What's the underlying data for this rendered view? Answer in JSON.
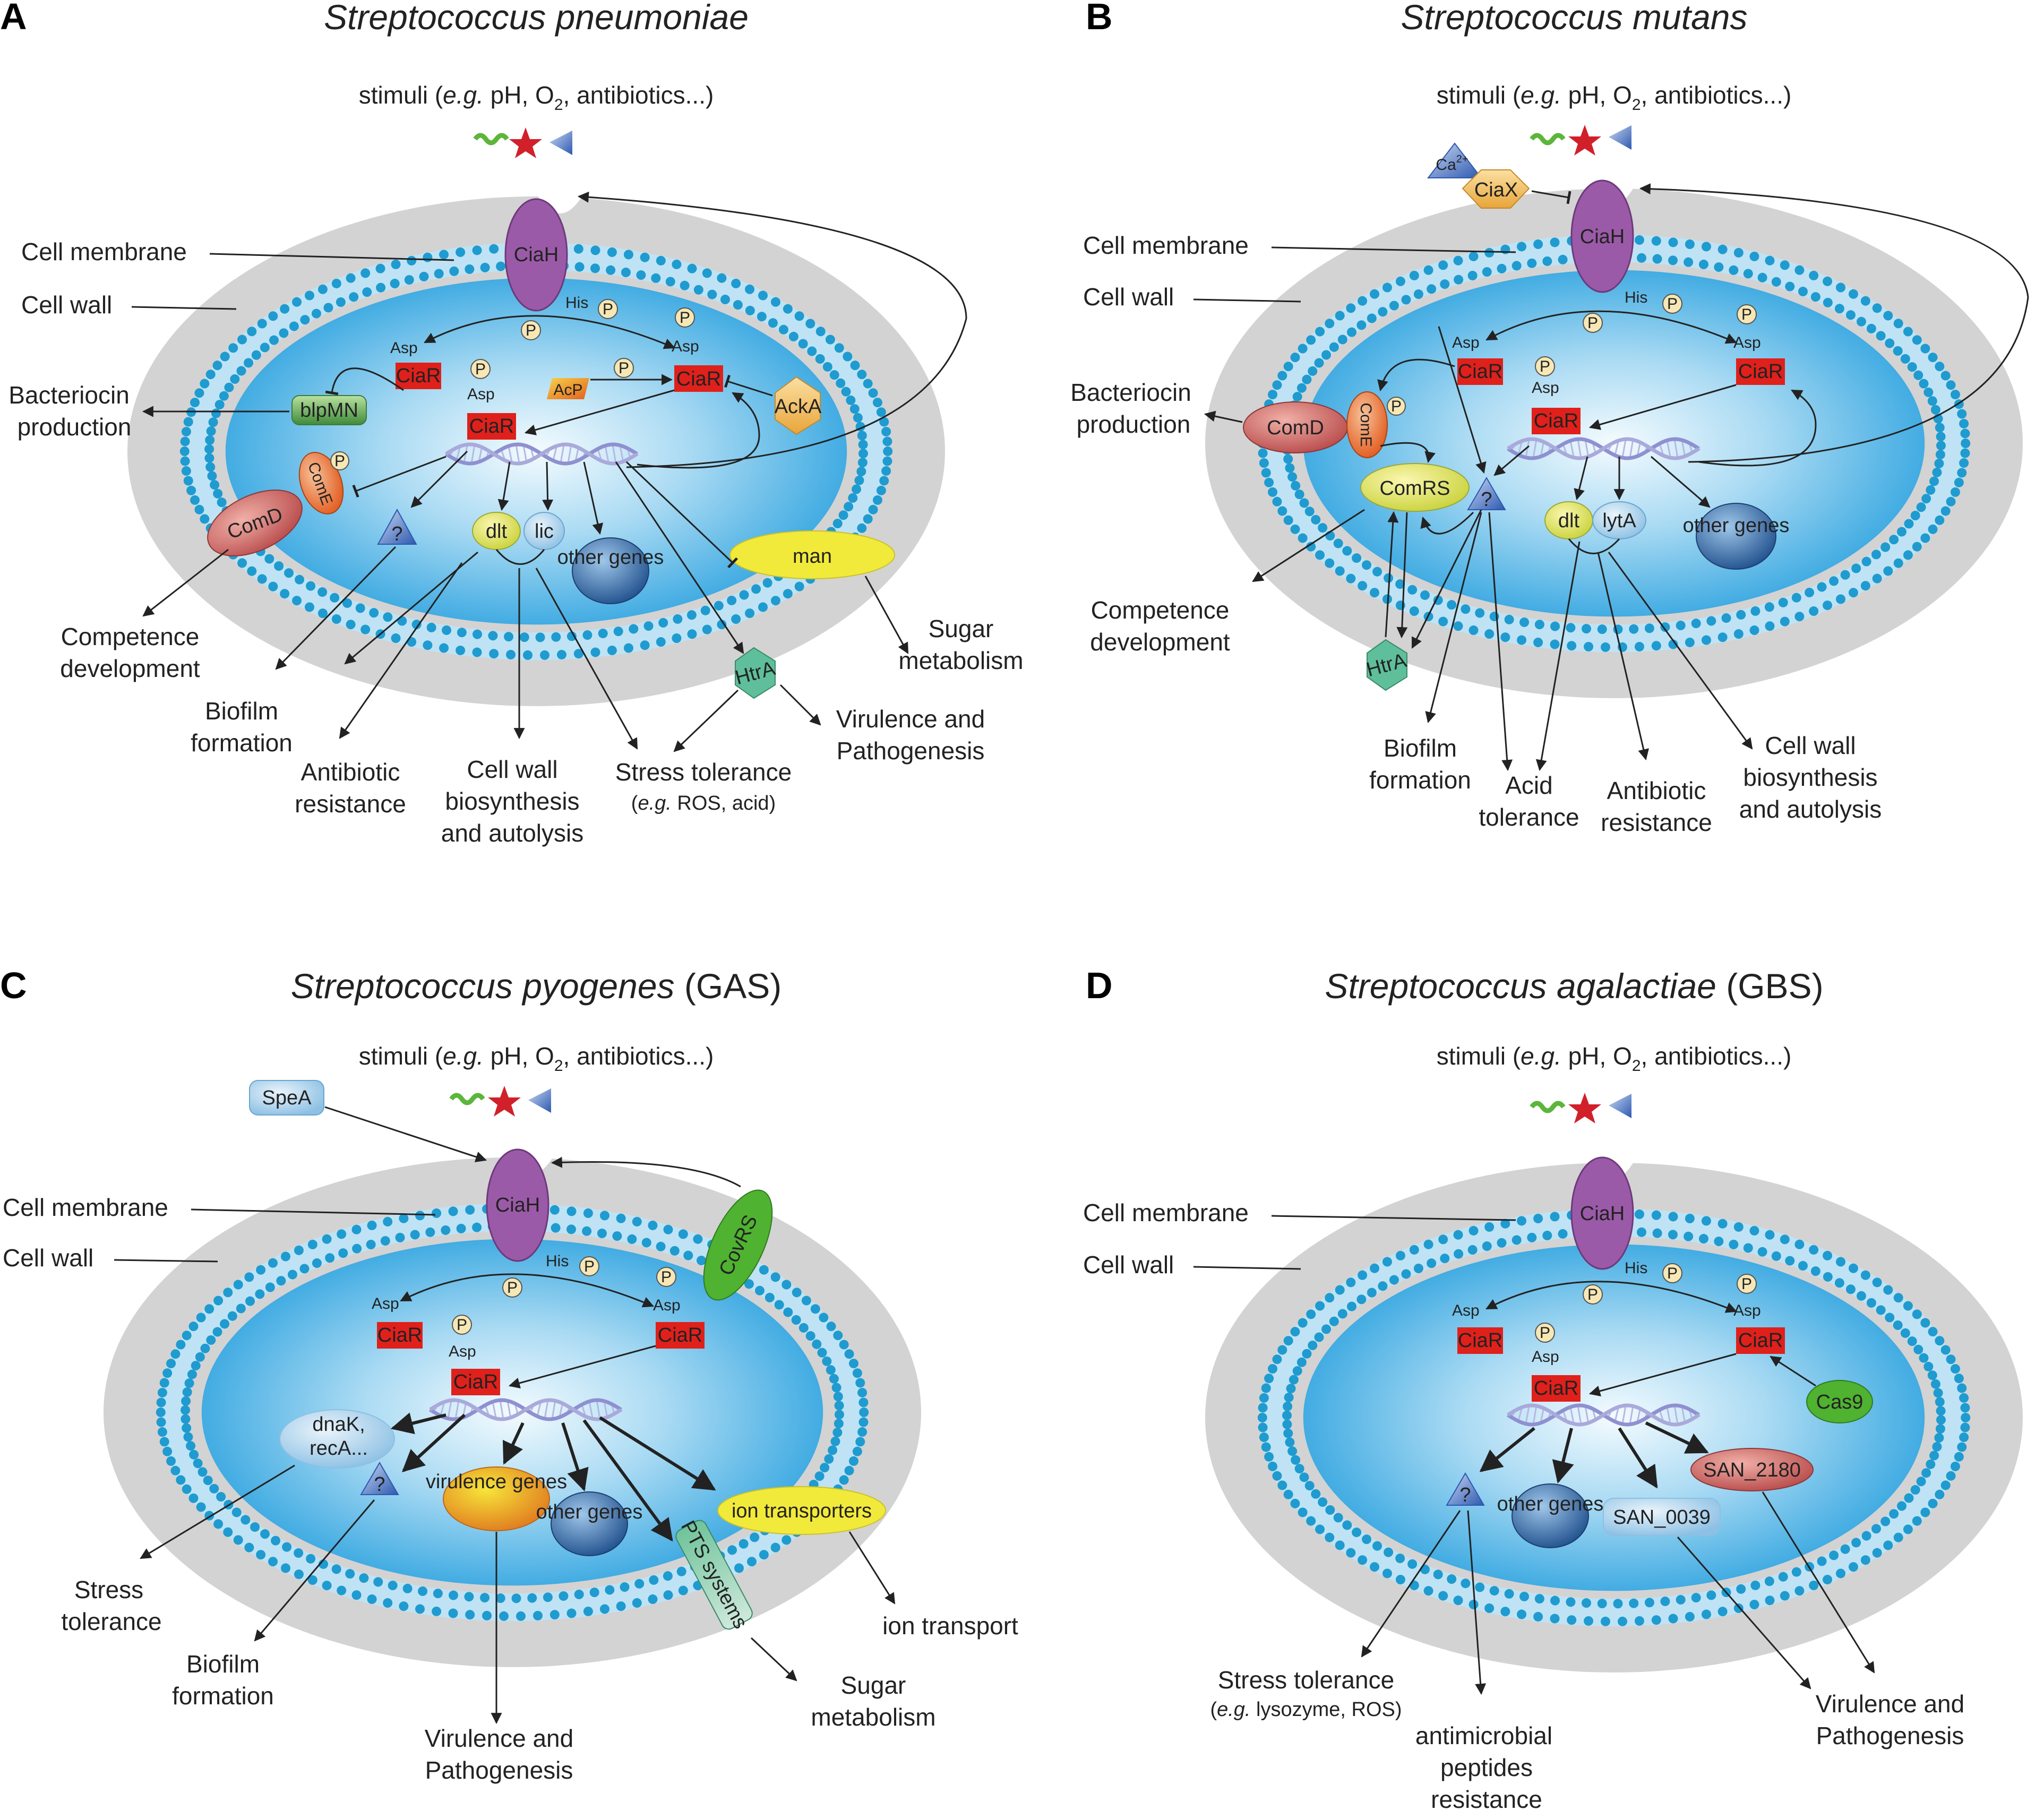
{
  "panels": [
    {
      "letter": "A",
      "title_italic": "Streptococcus pneumoniae",
      "title_suffix": "",
      "stimuli_prefix": "stimuli (",
      "stimuli_eg": "e.g.",
      "stimuli_main": " pH, O",
      "stimuli_sub": "2",
      "stimuli_rest": ", antibiotics...)",
      "membrane_label": "Cell membrane",
      "wall_label": "Cell wall",
      "ciaH": "CiaH",
      "his": "His",
      "asp": "Asp",
      "p": "P",
      "ciaR": "CiaR",
      "nodes": {
        "acp": "AcP",
        "ackA": "AckA",
        "blpMN": "blpMN",
        "comD": "ComD",
        "comE": "ComE",
        "question": "?",
        "dlt": "dlt",
        "lic": "lic",
        "other_genes": "other genes",
        "man": "man",
        "htrA": "HtrA"
      },
      "outputs": {
        "bacteriocin_1": "Bacteriocin",
        "bacteriocin_2": "production",
        "competence_1": "Competence",
        "competence_2": "development",
        "biofilm_1": "Biofilm",
        "biofilm_2": "formation",
        "antibiotic_1": "Antibiotic",
        "antibiotic_2": "resistance",
        "cellwall_1": "Cell wall",
        "cellwall_2": "biosynthesis",
        "cellwall_3": "and autolysis",
        "stress_1": "Stress tolerance",
        "stress_eg": "e.g.",
        "stress_rest": " ROS, acid)",
        "virulence_1": "Virulence and",
        "virulence_2": "Pathogenesis",
        "sugar_1": "Sugar",
        "sugar_2": "metabolism"
      }
    },
    {
      "letter": "B",
      "title_italic": "Streptococcus mutans",
      "title_suffix": "",
      "ciaX": "CiaX",
      "ca": "Ca",
      "ca_sup": "2+",
      "nodes": {
        "comD": "ComD",
        "comE": "ComE",
        "comRS": "ComRS",
        "question": "?",
        "dlt": "dlt",
        "lytA": "lytA",
        "other_genes": "other genes",
        "htrA": "HtrA"
      },
      "outputs": {
        "bacteriocin_1": "Bacteriocin",
        "bacteriocin_2": "production",
        "competence_1": "Competence",
        "competence_2": "development",
        "biofilm_1": "Biofilm",
        "biofilm_2": "formation",
        "acid_1": "Acid",
        "acid_2": "tolerance",
        "antibiotic_1": "Antibiotic",
        "antibiotic_2": "resistance",
        "cellwall_1": "Cell wall",
        "cellwall_2": "biosynthesis",
        "cellwall_3": "and autolysis"
      }
    },
    {
      "letter": "C",
      "title_italic": "Streptococcus  pyogenes",
      "title_suffix": " (GAS)",
      "nodes": {
        "speA": "SpeA",
        "covRS": "CovRS",
        "dnaK_1": "dnaK,",
        "dnaK_2": "recA...",
        "question": "?",
        "virulence_genes": "virulence genes",
        "other_genes": "other genes",
        "pts": "PTS systems",
        "ion_transporters": "ion transporters"
      },
      "outputs": {
        "stress_1": "Stress",
        "stress_2": "tolerance",
        "biofilm_1": "Biofilm",
        "biofilm_2": "formation",
        "virulence_1": "Virulence and",
        "virulence_2": "Pathogenesis",
        "sugar_1": "Sugar",
        "sugar_2": "metabolism",
        "ion_transport": "ion transport"
      }
    },
    {
      "letter": "D",
      "title_italic": "Streptococcus agalactiae",
      "title_suffix": " (GBS)",
      "nodes": {
        "cas9": "Cas9",
        "question": "?",
        "other_genes": "other genes",
        "san0039": "SAN_0039",
        "san2180": "SAN_2180"
      },
      "outputs": {
        "stress_1": "Stress tolerance",
        "stress_eg": "e.g.",
        "stress_rest": " lysozyme, ROS)",
        "amp_1": "antimicrobial",
        "amp_2": "peptides",
        "amp_3": "resistance",
        "virulence_1": "Virulence and",
        "virulence_2": "Pathogenesis"
      }
    }
  ],
  "colors": {
    "cell_wall": "#d3d3d3",
    "cytoplasm_center": "#eef8fd",
    "cytoplasm_edge": "#2ea3df",
    "lipid_head": "#1f9bd0",
    "ciaH": "#9b5aa8",
    "ciaR": "#e0201b",
    "phosphate": "#f6e7b5",
    "dna": "#8f90d0",
    "comD": "#c75a5a",
    "comE": "#e86a2e",
    "htrA": "#5fbf9a",
    "yellow_node": "#f2ea3a",
    "green_node": "#4fb230",
    "blue_node": "#2d6aa8",
    "arrow": "#222222"
  }
}
